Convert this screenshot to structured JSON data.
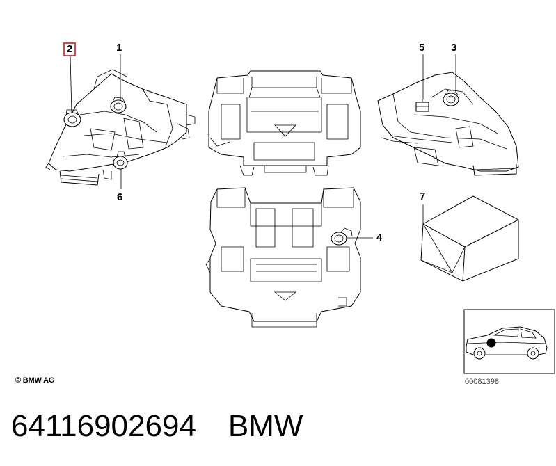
{
  "callouts": {
    "c1": "1",
    "c2": "2",
    "c3": "3",
    "c4": "4",
    "c5": "5",
    "c6": "6",
    "c7": "7"
  },
  "copyright": "© BMW AG",
  "diagram_code": "00081398",
  "footer": {
    "part_number": "64116902694",
    "brand": "BMW"
  },
  "colors": {
    "highlight_box": "#d9464b",
    "line": "#000000",
    "background": "#ffffff"
  }
}
